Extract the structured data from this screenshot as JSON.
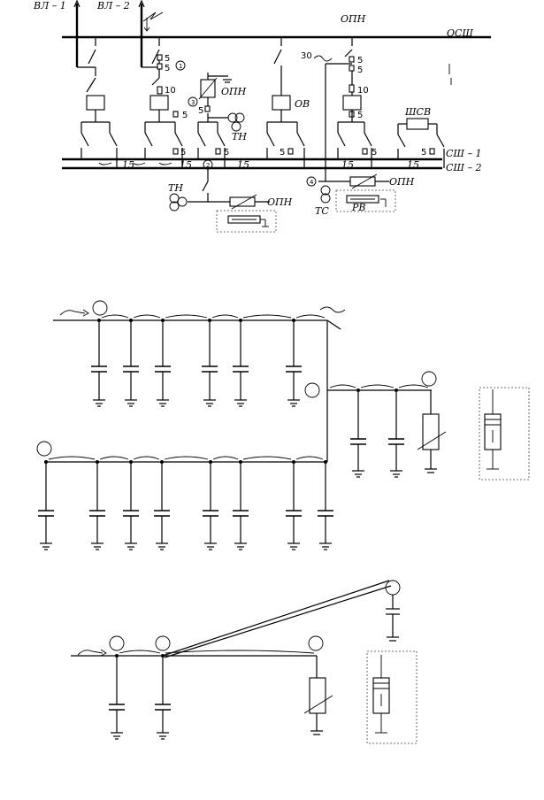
{
  "labels": {
    "line1": "ВЛ – 1",
    "line2": "ВЛ – 2",
    "arrester_top": "ОПН",
    "bus_bypass": "ОСШ",
    "arrester": "ОПН",
    "bypass_breaker": "ОВ",
    "bus_tie": "ШСВ",
    "bus1": "СШ – 1",
    "bus2": "СШ – 2",
    "vt": "ТН",
    "vt_bottom": "ТН",
    "arrester_left": "ОПН",
    "arrester_right": "ОПН",
    "aux_transformer": "ТС",
    "surge_arrester": "РВ"
  },
  "numbers": {
    "n30": "30",
    "n5": "5",
    "n10": "10",
    "n15": "15"
  },
  "markers": {
    "m1": "1",
    "m2": "2",
    "m3": "3",
    "m4": "4"
  }
}
